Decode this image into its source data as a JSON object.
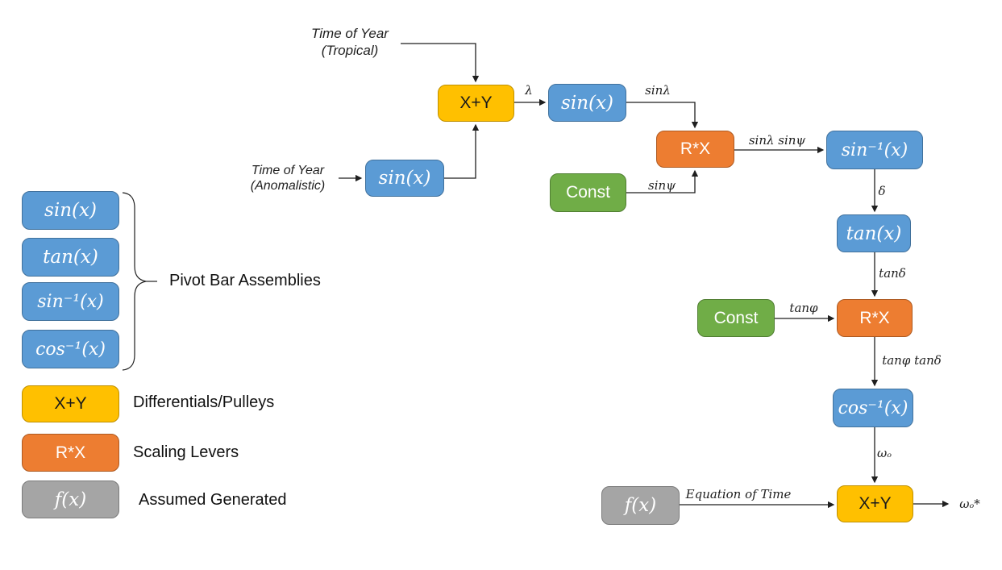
{
  "colors": {
    "pivot_bar_fill": "#5B9BD5",
    "pivot_bar_border": "#41719C",
    "differential_fill": "#FFC000",
    "differential_border": "#BF9000",
    "scaling_lever_fill": "#ED7D31",
    "scaling_lever_border": "#AE5A21",
    "const_fill": "#70AD47",
    "const_border": "#507E32",
    "assumed_fill": "#A5A5A5",
    "assumed_border": "#7B7B7B",
    "line": "#1f1f1f"
  },
  "inputs": {
    "tropical": [
      "Time of Year",
      "(Tropical)"
    ],
    "anomalistic": [
      "Time of Year",
      "(Anomalistic)"
    ]
  },
  "nodes": {
    "xy_top": {
      "label": "X+Y"
    },
    "sin_anomalistic": {
      "label": "sin(x)"
    },
    "sin_top": {
      "label": "sin(x)"
    },
    "rx_top": {
      "label": "R*X"
    },
    "const_top": {
      "label": "Const"
    },
    "arcsin": {
      "label": "sin⁻¹(x)"
    },
    "tan": {
      "label": "tan(x)"
    },
    "const_mid": {
      "label": "Const"
    },
    "rx_mid": {
      "label": "R*X"
    },
    "arccos": {
      "label": "cos⁻¹(x)"
    },
    "xy_bottom": {
      "label": "X+Y"
    },
    "fx": {
      "label": "f(x)"
    }
  },
  "edge_labels": {
    "lambda": "λ",
    "sin_lambda": "sinλ",
    "sin_psi": "sinψ",
    "sin_lambda_sin_psi": "sinλ sinψ",
    "delta": "δ",
    "tan_delta": "tanδ",
    "tan_phi": "tanφ",
    "tan_phi_tan_delta": "tanφ tanδ",
    "omega_o": "ωₒ",
    "equation_of_time": "Equation of Time",
    "omega_o_star": "ωₒ*"
  },
  "legend": {
    "pivot_boxes": [
      "sin(x)",
      "tan(x)",
      "sin⁻¹(x)",
      "cos⁻¹(x)"
    ],
    "pivot_label": "Pivot Bar Assemblies",
    "items": [
      {
        "box": "X+Y",
        "label": "Differentials/Pulleys"
      },
      {
        "box": "R*X",
        "label": "Scaling Levers"
      },
      {
        "box": "f(x)",
        "label": "Assumed Generated"
      }
    ]
  }
}
